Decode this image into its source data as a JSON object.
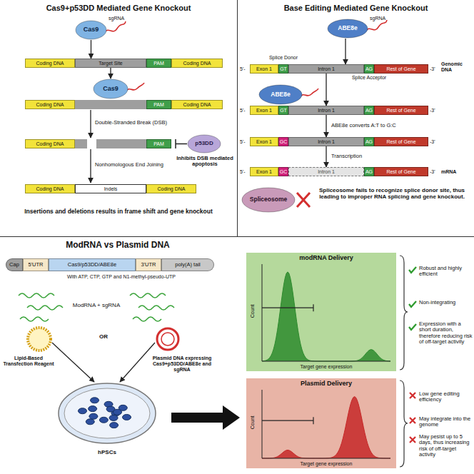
{
  "diagram": {
    "nodes": [
      {
        "text": [
          "Cas9+p53DD Mediated Gene Knockout"
        ]
      },
      {
        "text": [
          "Cas9"
        ],
        "in": 0
      },
      {
        "text": [
          "Coding DNA"
        ],
        "in": 0
      },
      {
        "text": [
          "Target Site"
        ],
        "in": 0
      },
      {
        "text": [
          "PAM"
        ],
        "in": 0
      },
      {
        "text": [
          "Coding DNA"
        ],
        "in": 0
      },
      {
        "text": [
          "Cas9"
        ],
        "in": 0
      },
      {
        "text": [
          "Coding DNA"
        ],
        "in": 0
      },
      {
        "text": [
          "PAM"
        ],
        "in": 0
      },
      {
        "text": [
          "Coding DNA"
        ],
        "in": 0
      },
      {
        "text": [
          "Coding DNA"
        ],
        "in": 0
      },
      {
        "text": [
          "PAM"
        ],
        "in": 0
      },
      {
        "text": [
          "p53DD"
        ],
        "in": 0
      },
      {
        "text": [
          "Coding DNA"
        ],
        "in": 0
      },
      {
        "text": [
          "Indels"
        ],
        "in": 0
      },
      {
        "text": [
          "Coding DNA"
        ],
        "in": 0
      },
      {
        "text": [
          "Base Editing Mediated Gene Knockout"
        ]
      },
      {
        "text": [
          "ABE8e"
        ],
        "in": 16
      },
      {
        "text": [
          "Exon 1"
        ],
        "in": 16
      },
      {
        "text": [
          "GT"
        ],
        "in": 16
      },
      {
        "text": [
          "Intron 1"
        ],
        "in": 16
      },
      {
        "text": [
          "AG"
        ],
        "in": 16
      },
      {
        "text": [
          "Rest of Gene"
        ],
        "in": 16
      },
      {
        "text": [
          "ABE8e"
        ],
        "in": 16
      },
      {
        "text": [
          "Exon 1"
        ],
        "in": 16
      },
      {
        "text": [
          "GT"
        ],
        "in": 16
      },
      {
        "text": [
          "Intron 1"
        ],
        "in": 16
      },
      {
        "text": [
          "AG"
        ],
        "in": 16
      },
      {
        "text": [
          "Rest of Gene"
        ],
        "in": 16
      },
      {
        "text": [
          "Exon 1"
        ],
        "in": 16
      },
      {
        "text": [
          "GC"
        ],
        "in": 16
      },
      {
        "text": [
          "Intron 1"
        ],
        "in": 16
      },
      {
        "text": [
          "AG"
        ],
        "in": 16
      },
      {
        "text": [
          "Rest of Gene"
        ],
        "in": 16
      },
      {
        "text": [
          "Exon 1"
        ],
        "in": 16
      },
      {
        "text": [
          "GC"
        ],
        "in": 16
      },
      {
        "text": [
          "Intron 1"
        ],
        "in": 16
      },
      {
        "text": [
          "AG"
        ],
        "in": 16
      },
      {
        "text": [
          "Rest of Gene"
        ],
        "in": 16
      },
      {
        "text": [
          "Spliceosome"
        ],
        "in": 16
      },
      {
        "text": [
          "ModRNA vs Plasmid DNA"
        ]
      },
      {
        "text": [
          "Cap"
        ],
        "in": 40
      },
      {
        "text": [
          "5'UTR"
        ],
        "in": 40
      },
      {
        "text": [
          "Cas9/p53DD/ABE8e"
        ],
        "in": 40
      },
      {
        "text": [
          "3'UTR"
        ],
        "in": 40
      },
      {
        "text": [
          "poly(A) tail"
        ],
        "in": 40
      },
      {
        "text": [
          "hPSCs"
        ],
        "in": 40
      },
      {
        "text": [
          "modRNA Delivery",
          "Count",
          "Target gene expression"
        ],
        "in": 40
      },
      {
        "text": [
          "Plasmid Delivery",
          "Count",
          "Target gene expression"
        ],
        "in": 40
      }
    ],
    "edges": [
      {
        "from": 1,
        "to": 3,
        "arrow": "to"
      },
      {
        "from": 3,
        "to": 6,
        "arrow": "to"
      },
      {
        "from": 17,
        "to": 20,
        "arrow": "to"
      },
      {
        "from": 20,
        "to": 26,
        "arrow": "to"
      },
      {
        "from": 26,
        "to": 31,
        "arrow": "to",
        "label": "ABE8e converts A:T to G:C"
      },
      {
        "from": 31,
        "to": 36,
        "arrow": "to",
        "label": "Transcription"
      }
    ],
    "labels": [
      "sgRNA",
      "Double-Stranded Break (DSB)",
      "Nonhomologous End Joining",
      "Inhibits DSB mediated apoptosis",
      "Insertions and deletions results in frame shift and gene knockout",
      "sgRNA",
      "Splice Donor",
      "Splice Acceptor",
      "Genomic DNA",
      "5'-",
      "-3'",
      "5'-",
      "-3'",
      "5'-",
      "-3'",
      "5'-",
      "-3'",
      "mRNA",
      "Spliceosome fails to recognize splice donor site, thus leading to improper RNA splicing and gene knockout.",
      "With ATP, CTP, GTP and N1-methyl-pseudo-UTP",
      "ModRNA + sgRNA",
      "OR",
      "Lipid-Based Transfection Reagent",
      "Plasmid DNA expressing Cas9+p53DD/ABE8e and sgRNA",
      "Robust and highly efficient",
      "Non-integrating",
      "Expression with a short duration, therefore reducing risk of off-target activity",
      "Low gene editing efficiency",
      "May integrate into the genome",
      "May pesist up to 5 days, thus increasing risk of off-target activity"
    ]
  }
}
